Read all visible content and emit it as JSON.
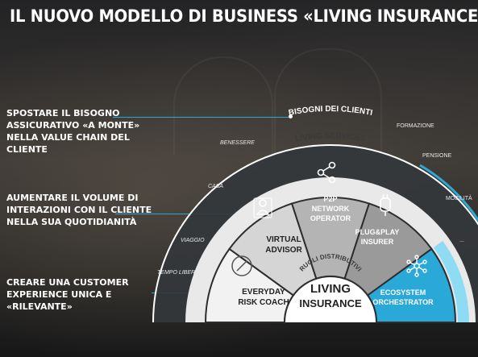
{
  "title": "IL NUOVO MODELLO DI BUSINESS «LIVING INSURANCE»",
  "left_statements": [
    "SPOSTARE IL BISOGNO ASSICURATIVO «A MONTE» NELLA VALUE CHAIN DEL CLIENTE",
    "AUMENTARE IL VOLUME DI INTERAZIONI CON IL CLIENTE NELLA SUA QUOTIDIANITÀ",
    "CREARE UNA CUSTOMER EXPERIENCE UNICA E «RILEVANTE»"
  ],
  "rings": {
    "outer": "BISOGNI DEI CLIENTI",
    "middle": "LIVING SERVICES",
    "inner": "RUOLI DISTRIBUTIVI"
  },
  "center": {
    "line1": "LIVING",
    "line2": "INSURANCE"
  },
  "needs": [
    "TEMPO LIBERO",
    "VIAGGIO",
    "CASA",
    "BENESSERE",
    "FORMAZIONE",
    "PENSIONE",
    "MOBILITÀ",
    "..."
  ],
  "segments": [
    {
      "line1": "EVERYDAY",
      "line2": "RISK COACH",
      "icon": "compass-icon"
    },
    {
      "line1": "VIRTUAL",
      "line2": "ADVISOR",
      "icon": "advisor-icon"
    },
    {
      "line1": "P2P",
      "line2": "NETWORK",
      "line3": "OPERATOR",
      "icon": "share-network-icon"
    },
    {
      "line1": "PLUG&PLAY",
      "line2": "INSURER",
      "icon": "plug-icon"
    },
    {
      "line1": "ECOSYSTEM",
      "line2": "ORCHESTRATOR",
      "icon": "ecosystem-icon"
    }
  ],
  "colors": {
    "accent_blue": "#2aa8d8",
    "ecosystem_light": "#8ddcf4",
    "segment_white": "#f2f2f2",
    "segment_light": "#d5d5d5",
    "segment_mid": "#b4b4b4",
    "segment_dark": "#9a9a9a"
  }
}
